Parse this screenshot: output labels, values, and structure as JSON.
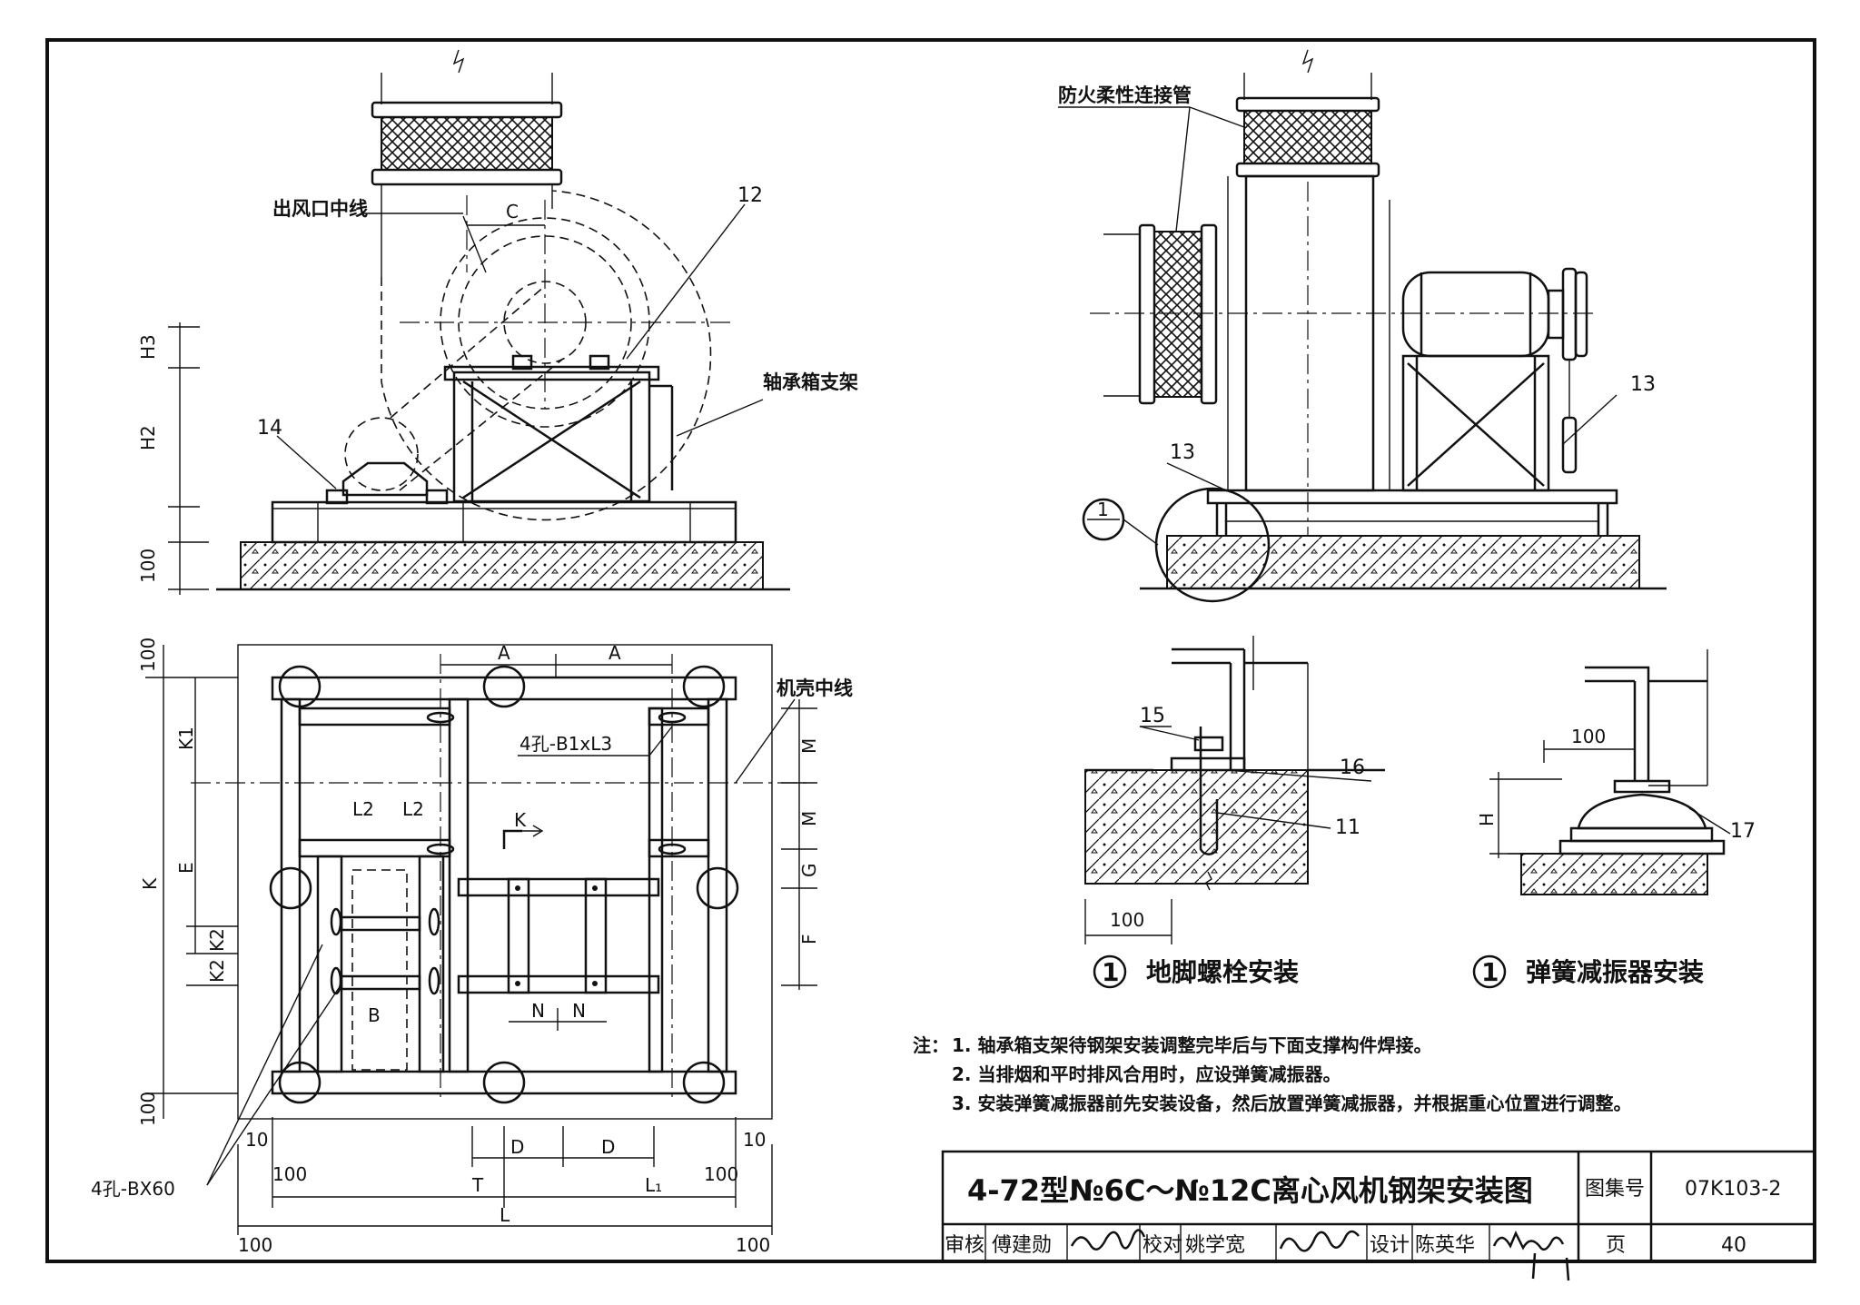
{
  "elevation_left": {
    "label_outlet_centerline": "出风口中线",
    "label_bearing_support": "轴承箱支架",
    "num_12": "12",
    "num_14": "14",
    "dim_C": "C",
    "dim_H3": "H3",
    "dim_H2": "H2",
    "dim_100": "100"
  },
  "elevation_right": {
    "label_fire_hose": "防火柔性连接管",
    "num_13a": "13",
    "num_13b": "13",
    "detail_marker": "1"
  },
  "plan": {
    "label_casing_centerline": "机壳中线",
    "hole_b1l3": "4孔-B1xL3",
    "hole_bx60": "4孔-BX60",
    "dim_A1": "A",
    "dim_A2": "A",
    "dim_K1": "K1",
    "dim_K": "K",
    "dim_E": "E",
    "dim_K2a": "K2",
    "dim_K2b": "K2",
    "dim_L2a": "L2",
    "dim_L2b": "L2",
    "dim_M1": "M",
    "dim_M2": "M",
    "dim_G": "G",
    "dim_F": "F",
    "dim_B": "B",
    "dim_N1": "N",
    "dim_N2": "N",
    "dim_D1": "D",
    "dim_D2": "D",
    "dim_T": "T",
    "dim_L1": "L₁",
    "dim_L": "L",
    "dim_100_top": "100",
    "dim_100_bot": "100",
    "dim_10_left": "10",
    "dim_10_right": "10",
    "dim_100_left": "100",
    "dim_100_right": "100",
    "dim_100_ll": "100",
    "dim_100_rr": "100",
    "section_K": "K"
  },
  "details": {
    "num_15": "15",
    "num_16": "16",
    "num_11": "11",
    "num_17": "17",
    "dim_100_bolt": "100",
    "dim_100_spring": "100",
    "dim_H": "H",
    "cap1_num": "1",
    "cap1_text": "地脚螺栓安装",
    "cap2_num": "1",
    "cap2_text": "弹簧减振器安装"
  },
  "notes": {
    "prefix": "注：",
    "n1": "1.  轴承箱支架待钢架安装调整完毕后与下面支撑构件焊接。",
    "n2": "2.  当排烟和平时排风合用时，应设弹簧减振器。",
    "n3": "3.  安装弹簧减振器前先安装设备，然后放置弹簧减振器，并根据重心位置进行调整。"
  },
  "title_block": {
    "title": "4-72型№6C～№12C离心风机钢架安装图",
    "atlas_label": "图集号",
    "atlas_no": "07K103-2",
    "review_label": "审核",
    "reviewer": "傅建勋",
    "check_label": "校对",
    "checker": "姚学宽",
    "design_label": "设计",
    "designer": "陈英华",
    "page_label": "页",
    "page_no": "40"
  }
}
